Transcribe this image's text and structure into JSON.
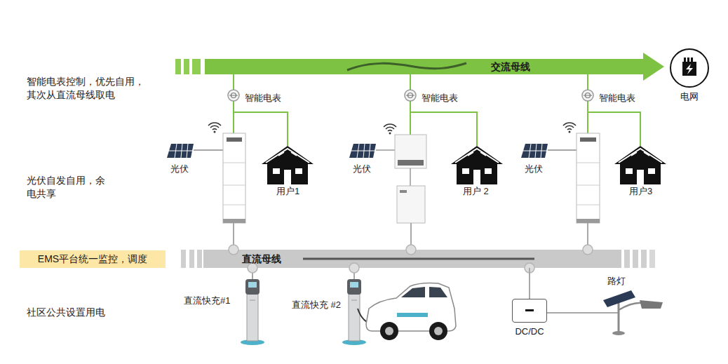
{
  "diagram": {
    "nodes": [
      {
        "text": [
          "交流母线"
        ]
      },
      {
        "text": [
          "电网"
        ]
      },
      {
        "text": [
          "直流母线"
        ]
      },
      {
        "text": [
          "EMS平台统一监控，调度"
        ]
      },
      {
        "text": [
          "DC/DC"
        ]
      }
    ],
    "edges": [
      {
        "from": 0,
        "to": 1,
        "arrow": "to"
      },
      {
        "from": 2,
        "to": 4,
        "arrow": "none"
      }
    ],
    "labels": [
      "智能电表控制，优先自用， 其次从直流母线取电",
      "光伏自发自用，余 电共享",
      "社区公共设置用电",
      "智能电表",
      "智能电表",
      "智能电表",
      "光伏",
      "光伏",
      "光伏",
      "用户1",
      "用户 2",
      "用户3",
      "直流快充#1",
      "直流快充 #2",
      "路灯"
    ]
  }
}
